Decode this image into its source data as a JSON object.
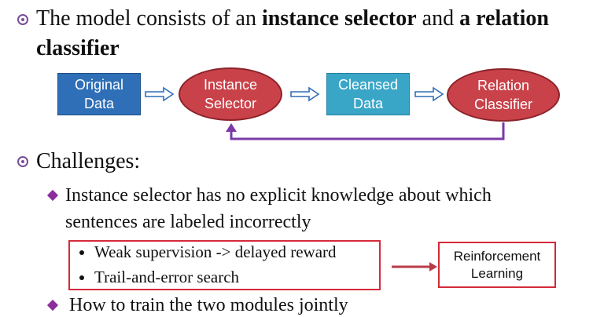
{
  "title": {
    "prefix": "The model consists of an ",
    "bold1": "instance selector",
    "middle": " and ",
    "bold2": "a relation",
    "line2": "classifier"
  },
  "diagram": {
    "nodes": [
      {
        "line1": "Original",
        "line2": "Data"
      },
      {
        "line1": "Instance",
        "line2": "Selector"
      },
      {
        "line1": "Cleansed",
        "line2": "Data"
      },
      {
        "line1": "Relation",
        "line2": "Classifier"
      }
    ]
  },
  "challenges": {
    "heading": "Challenges:",
    "item1_line1": "Instance selector has no explicit knowledge about which",
    "item1_line2": "sentences are labeled incorrectly",
    "sub1": "Weak supervision -> delayed reward",
    "sub2": "Trail-and-error search",
    "item2": "How to train the two modules jointly",
    "rl_line1": "Reinforcement",
    "rl_line2": "Learning"
  },
  "colors": {
    "rect_blue": "#2f6fb7",
    "rect_teal": "#3aa6c7",
    "ellipse_red": "#c9424a",
    "feedback_purple": "#7b3aa8",
    "highlight_red": "#d42a3a",
    "bullet_purple": "#8a2e9c"
  }
}
